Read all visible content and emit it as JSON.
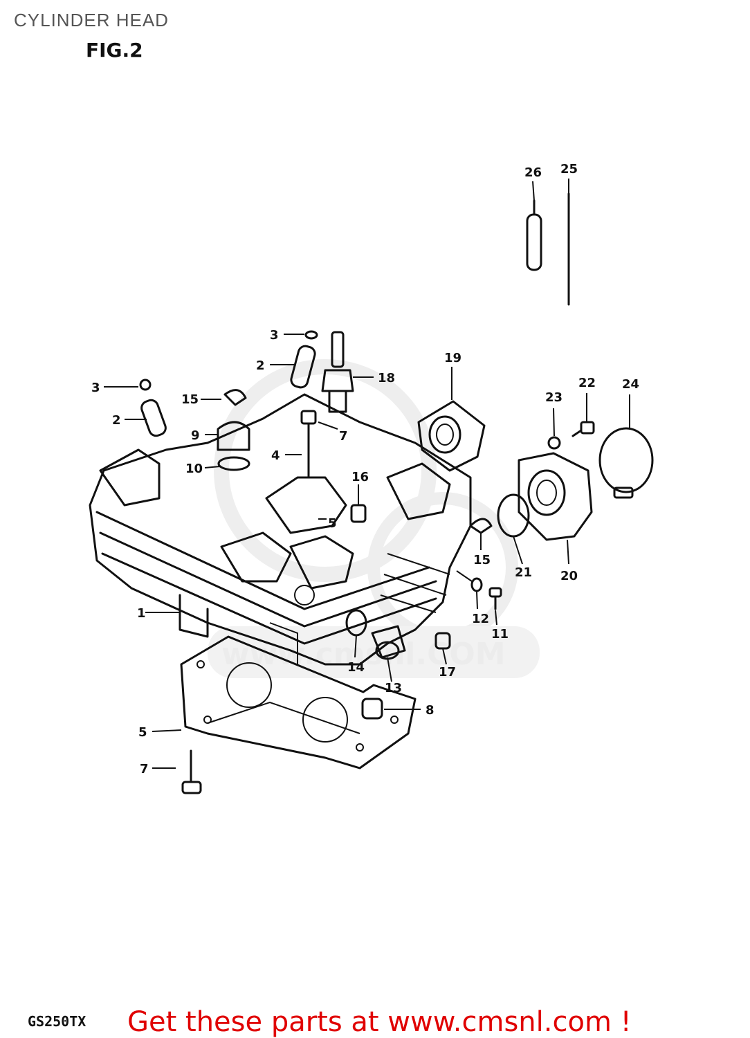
{
  "header": {
    "title": "CYLINDER HEAD",
    "figure": "FIG.2"
  },
  "footer": {
    "model": "GS250TX",
    "link_text": "Get these parts at www.cmsnl.com !"
  },
  "watermark": {
    "text": "www.cmsnl.COM"
  },
  "callouts": {
    "c1": "1",
    "c2a": "2",
    "c2b": "2",
    "c3a": "3",
    "c3b": "3",
    "c4": "4",
    "c5a": "5",
    "c5b": "5",
    "c7a": "7",
    "c7b": "7",
    "c8": "8",
    "c9": "9",
    "c10": "10",
    "c11": "11",
    "c12": "12",
    "c13": "13",
    "c14": "14",
    "c15a": "15",
    "c15b": "15",
    "c16": "16",
    "c17": "17",
    "c18": "18",
    "c19": "19",
    "c20": "20",
    "c21": "21",
    "c22": "22",
    "c23": "23",
    "c24": "24",
    "c25": "25",
    "c26": "26"
  }
}
